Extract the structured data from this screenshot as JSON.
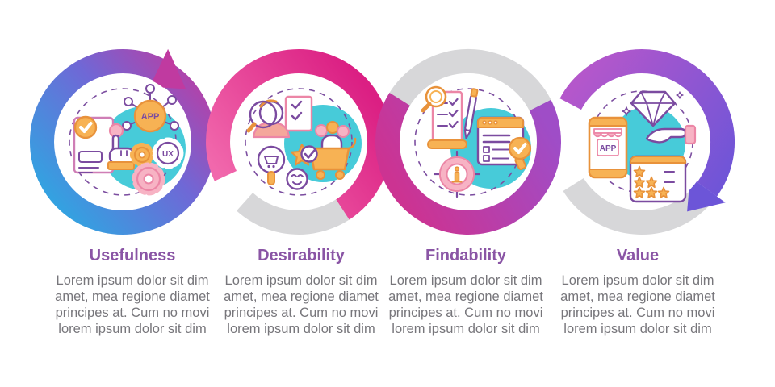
{
  "steps": [
    {
      "label": "Usefulness",
      "lines": [
        "Lorem ipsum dolor sit dim",
        "amet, mea regione diamet",
        "principes at. Cum no movi",
        "lorem ipsum dolor sit dim"
      ],
      "icon": "usefulness-icon",
      "badges": {
        "app": "APP",
        "ux": "UX"
      }
    },
    {
      "label": "Desirability",
      "lines": [
        "Lorem ipsum dolor sit dim",
        "amet, mea regione diamet",
        "principes at. Cum no movi",
        "lorem ipsum dolor sit dim"
      ],
      "icon": "desirability-icon"
    },
    {
      "label": "Findability",
      "lines": [
        "Lorem ipsum dolor sit dim",
        "amet, mea regione diamet",
        "principes at. Cum no movi",
        "lorem ipsum dolor sit dim"
      ],
      "icon": "findability-icon"
    },
    {
      "label": "Value",
      "lines": [
        "Lorem ipsum dolor sit dim",
        "amet, mea regione diamet",
        "principes at. Cum no movi",
        "lorem ipsum dolor sit dim"
      ],
      "icon": "value-icon",
      "badges": {
        "app": "APP"
      }
    }
  ],
  "palette": {
    "ring_gradient_step1": [
      "#2EA7E2",
      "#6F68D6",
      "#C03AA0"
    ],
    "ring_gradient_step2": [
      "#F168AC",
      "#DB1F83"
    ],
    "ring_gradient_step3": [
      "#CC3392",
      "#9F4DC7"
    ],
    "ring_gradient_step4": [
      "#B457CB",
      "#6C55D8"
    ],
    "ring_gray": "#D7D7D9",
    "heading_color": "#8A55A5",
    "body_text_color": "#77767B",
    "teal_accent": "#47CBD9",
    "icon_outline_purple": "#7B4BA0",
    "icon_orange": "#F7B254",
    "icon_pink": "#F7B3C4"
  }
}
